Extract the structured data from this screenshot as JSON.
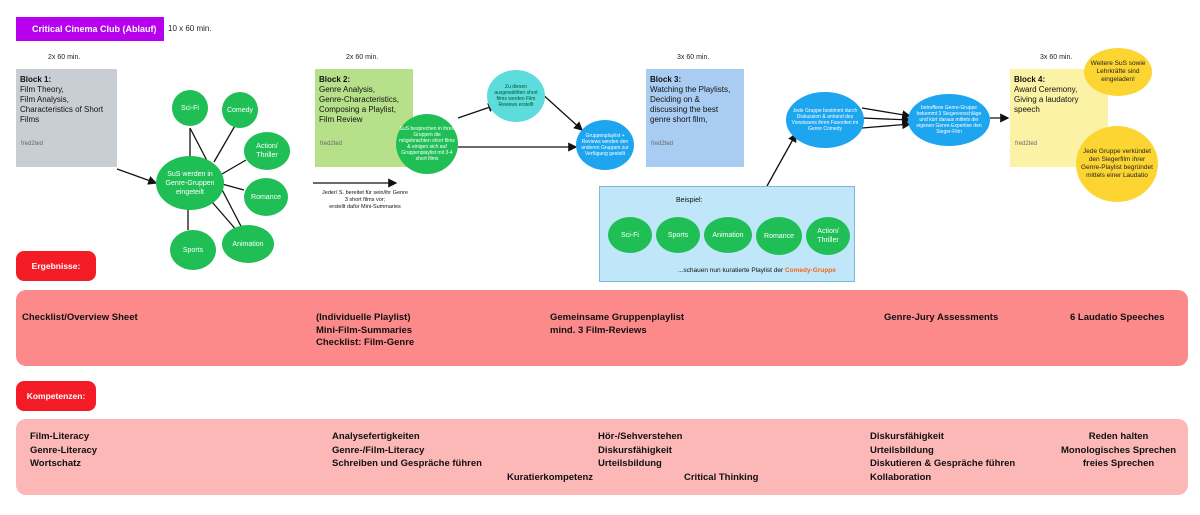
{
  "header": {
    "title": "Critical Cinema Club (Ablauf)",
    "total_time": "10 x 60 min."
  },
  "blocks": [
    {
      "time": "2x 60 min.",
      "title": "Block 1:",
      "body": "Film Theory,\nFilm Analysis,\nCharacteristics of Short\nFilms",
      "credit": "fred2ted",
      "color": "#c9ced5"
    },
    {
      "time": "2x 60 min.",
      "title": "Block 2:",
      "body": "Genre Analysis,\nGenre-Characteristics,\nComposing a Playlist,\nFilm Review",
      "credit": "fred2ted",
      "color": "#b6e08a"
    },
    {
      "time": "3x 60 min.",
      "title": "Block 3:",
      "body": "Watching the Playlists,\nDeciding on &\ndiscussing the best\ngenre short film,",
      "credit": "fred2ted",
      "color": "#a9cdf2"
    },
    {
      "time": "3x 60 min.",
      "title": "Block 4:",
      "body": "Award Ceremony,\nGiving a laudatory\nspeech",
      "credit": "fred2ted",
      "color": "#fbf2a6"
    }
  ],
  "genre_hub": {
    "center": "SuS werden in Genre-Gruppen eingeteilt",
    "genres": [
      "Sci-Fi",
      "Comedy",
      "Action/ Thriller",
      "Romance",
      "Animation",
      "Sports"
    ]
  },
  "block2_note": "Jeder/ S. bereitet für sein/ihr Genre\n3 short films vor;\nerstellt dafür Mini-Summaries",
  "flow_nodes": {
    "group_discussion": "SuS besprechen in ihren Gruppen die mitgebrachten short films & einigen sich auf Gruppenplaylist mit 3-4 short films",
    "reviews": "Zu diesen ausgewählten short films werden Film Reviews erstellt",
    "playlist_forward": "Gruppenplaylist + Reviews werden den anderen Gruppen zur Verfügung gestellt",
    "jury": "Jede Gruppe bestimmt durch Diskussion & anhand des Vorwissens ihren Favoriten im Genre Comedy",
    "winners": "betroffene Genre-Gruppe bekommt 3 Siegervorschläge und kürt daraus mittels der eigenen Genre-Expertise den Sieger-Film",
    "guests": "Weitere SuS sowie Lehrkräfte sind eingeladen!",
    "laudatio": "Jede Gruppe verkündet den Siegerfilm ihrer Genre-Playlist begründet mittels einer Laudatio"
  },
  "beispiel": {
    "label": "Beispiel:",
    "genres": [
      "Sci-Fi",
      "Sports",
      "Animation",
      "Romance",
      "Action/ Thriller"
    ],
    "footer_prefix": "...schauen nun kuratierte Playlist der ",
    "footer_highlight": "Comedy-Gruppe"
  },
  "ergebnisse": {
    "label": "Ergebnisse:",
    "items": [
      "Checklist/Overview Sheet",
      "(Individuelle Playlist)\nMini-Film-Summaries\nChecklist: Film-Genre",
      "Gemeinsame Gruppenplaylist\nmind. 3 Film-Reviews",
      "Genre-Jury Assessments",
      "6 Laudatio Speeches"
    ]
  },
  "kompetenzen": {
    "label": "Kompetenzen:",
    "items": [
      "Film-Literacy\nGenre-Literacy\nWortschatz",
      "Analysefertigkeiten\nGenre-/Film-Literacy\nSchreiben und Gespräche führen",
      "Kuratierkompetenz",
      "Hör-/Sehverstehen\nDiskursfähigkeit\nUrteilsbildung",
      "Critical Thinking",
      "Diskursfähigkeit\nUrteilsbildung\nDiskutieren & Gespräche führen\nKollaboration",
      "Reden halten\nMonologisches Sprechen\nfreies Sprechen"
    ]
  },
  "colors": {
    "purple": "#b700ee",
    "green": "#1fbf56",
    "cyan": "#5cdcdc",
    "blue": "#1ea5ef",
    "yellow": "#fcd533",
    "red": "#f31c26",
    "ergebnisse_band": "#fc8a8a",
    "kompetenzen_band": "#fcb7b7",
    "highlight_orange": "#f5651d"
  }
}
